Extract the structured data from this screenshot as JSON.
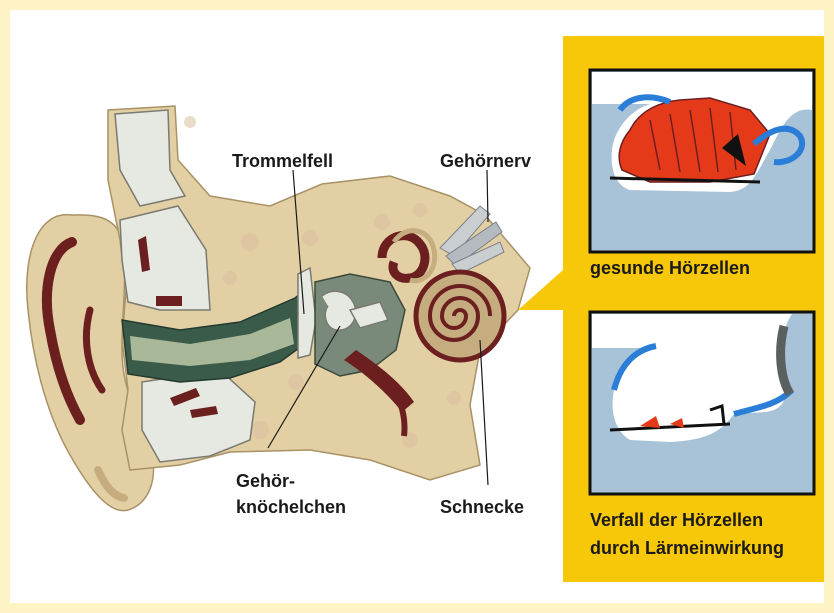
{
  "labels": {
    "trommelfell": "Trommelfell",
    "gehoernerv": "Gehörnerv",
    "gehoerknoechelchen_line1": "Gehör-",
    "gehoerknoechelchen_line2": "knöchelchen",
    "schnecke": "Schnecke"
  },
  "panel": {
    "healthy_caption": "gesunde Hörzellen",
    "damaged_caption_line1": "Verfall der Hörzellen",
    "damaged_caption_line2": "durch Lärmeinwirkung"
  },
  "colors": {
    "border": "#fdf3c4",
    "panel_yellow": "#f7c80a",
    "skin": "#e3cfa4",
    "skin_dark": "#c6ad80",
    "bone": "#e6e8e2",
    "canal_dark": "#3a5a4a",
    "maroon": "#6b1f1f",
    "water_blue": "#a8c2d8",
    "membrane_blue": "#2a7ed8",
    "hair_cells_red": "#e53a1a"
  }
}
